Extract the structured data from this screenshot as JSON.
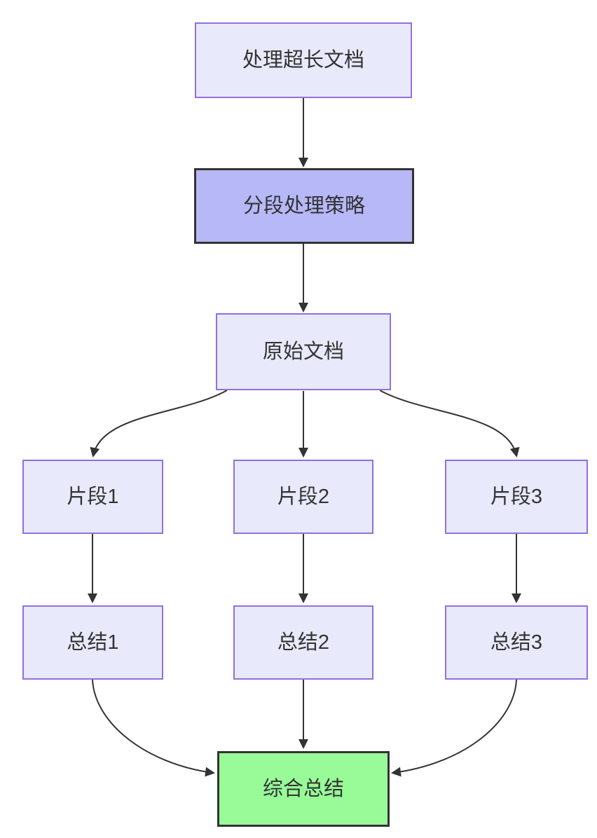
{
  "diagram": {
    "type": "flowchart",
    "direction": "top-down",
    "nodes": [
      {
        "id": "A",
        "label": "处理超长文档",
        "style": "default"
      },
      {
        "id": "B",
        "label": "分段处理策略",
        "style": "highlight"
      },
      {
        "id": "C",
        "label": "原始文档",
        "style": "default"
      },
      {
        "id": "D1",
        "label": "片段1",
        "style": "default"
      },
      {
        "id": "D2",
        "label": "片段2",
        "style": "default"
      },
      {
        "id": "D3",
        "label": "片段3",
        "style": "default"
      },
      {
        "id": "E1",
        "label": "总结1",
        "style": "default"
      },
      {
        "id": "E2",
        "label": "总结2",
        "style": "default"
      },
      {
        "id": "E3",
        "label": "总结3",
        "style": "default"
      },
      {
        "id": "F",
        "label": "综合总结",
        "style": "success"
      }
    ],
    "edges": [
      {
        "from": "A",
        "to": "B"
      },
      {
        "from": "B",
        "to": "C"
      },
      {
        "from": "C",
        "to": "D1"
      },
      {
        "from": "C",
        "to": "D2"
      },
      {
        "from": "C",
        "to": "D3"
      },
      {
        "from": "D1",
        "to": "E1"
      },
      {
        "from": "D2",
        "to": "E2"
      },
      {
        "from": "D3",
        "to": "E3"
      },
      {
        "from": "E1",
        "to": "F"
      },
      {
        "from": "E2",
        "to": "F"
      },
      {
        "from": "E3",
        "to": "F"
      }
    ],
    "colors": {
      "background": "#ffffff",
      "node_fill": "#e9e9fc",
      "node_border": "#9370db",
      "highlight_fill": "#b6b8f8",
      "highlight_border": "#333333",
      "success_fill": "#98fb98",
      "success_border": "#333333",
      "edge": "#333333",
      "text": "#333333"
    }
  }
}
